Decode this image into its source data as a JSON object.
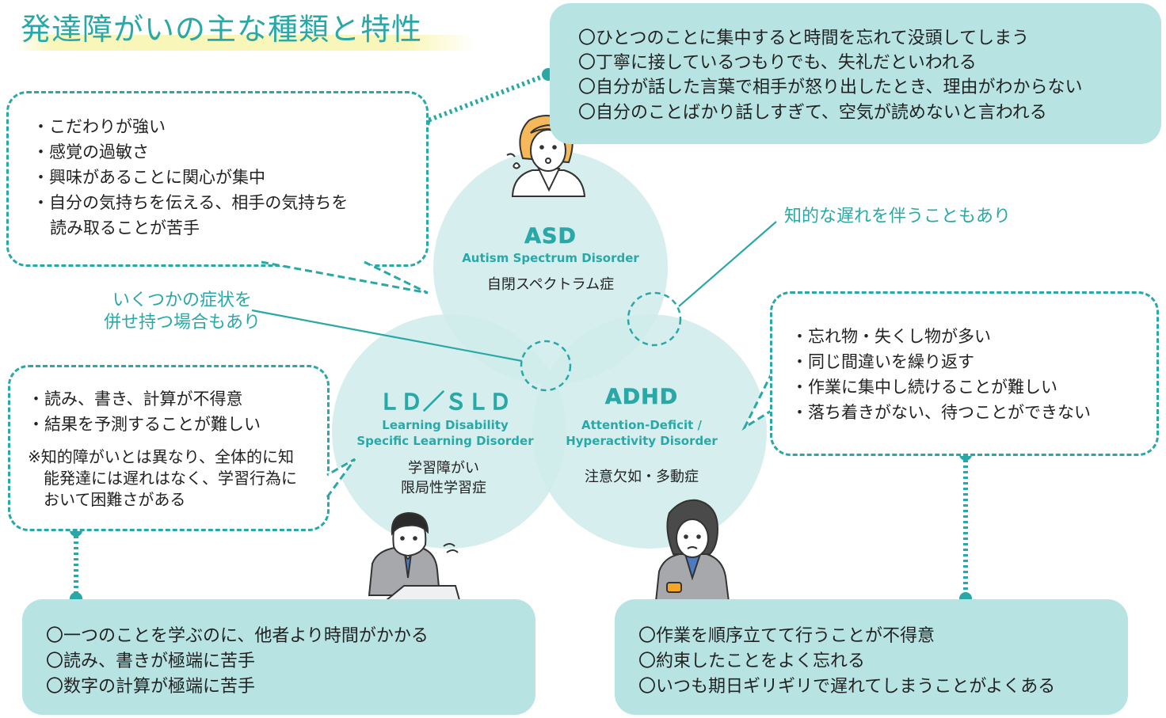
{
  "title": "発達障がいの主な種類と特性",
  "colors": {
    "accent": "#2aa8a8",
    "circle_fill": "#cfeceb",
    "box_fill": "#b7e3e2",
    "highlight": "#f8f6b4"
  },
  "asd": {
    "abbr": "ASD",
    "english": "Autism Spectrum Disorder",
    "japanese": "自閉スペクトラム症",
    "traits": [
      "・こだわりが強い",
      "・感覚の過敏さ",
      "・興味があることに関心が集中",
      "・自分の気持ちを伝える、相手の気持ちを",
      "読み取ることが苦手"
    ],
    "examples": [
      "〇ひとつのことに集中すると時間を忘れて没頭してしまう",
      "〇丁寧に接しているつもりでも、失礼だといわれる",
      "〇自分が話した言葉で相手が怒り出したとき、理由がわからない",
      "〇自分のことばかり話しすぎて、空気が読めないと言われる"
    ]
  },
  "ld": {
    "abbr": "ＬＤ／ＳＬＤ",
    "english_1": "Learning Disability",
    "english_2": "Specific Learning Disorder",
    "japanese_1": "学習障がい",
    "japanese_2": "限局性学習症",
    "traits": [
      "・読み、書き、計算が不得意",
      "・結果を予測することが難しい"
    ],
    "note": [
      "※知的障がいとは異なり、全体的に知",
      "能発達には遅れはなく、学習行為に",
      "おいて困難さがある"
    ],
    "examples": [
      "〇一つのことを学ぶのに、他者より時間がかかる",
      "〇読み、書きが極端に苦手",
      "〇数字の計算が極端に苦手"
    ]
  },
  "adhd": {
    "abbr": "ADHD",
    "english_1": "Attention-Deficit /",
    "english_2": "Hyperactivity Disorder",
    "japanese": "注意欠如・多動症",
    "traits": [
      "・忘れ物・失くし物が多い",
      "・同じ間違いを繰り返す",
      "・作業に集中し続けることが難しい",
      "・落ち着きがない、待つことができない"
    ],
    "examples": [
      "〇作業を順序立てて行うことが不得意",
      "〇約束したことをよく忘れる",
      "〇いつも期日ギリギリで遅れてしまうことがよくある"
    ]
  },
  "annotations": {
    "overlap_all": [
      "いくつかの症状を",
      "併せ持つ場合もあり"
    ],
    "intellectual": "知的な遅れを伴うこともあり"
  }
}
